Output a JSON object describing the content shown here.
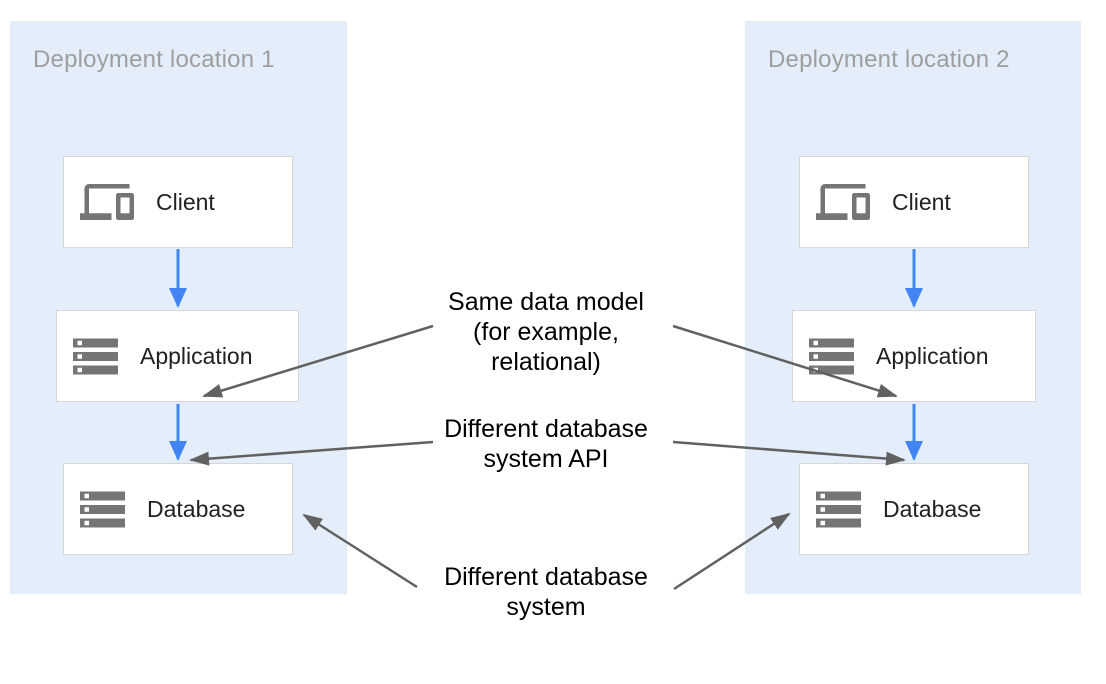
{
  "panels": [
    {
      "title": "Deployment location 1",
      "nodes": [
        {
          "label": "Client",
          "icon": "devices-icon"
        },
        {
          "label": "Application",
          "icon": "storage-icon"
        },
        {
          "label": "Database",
          "icon": "storage-icon"
        }
      ]
    },
    {
      "title": "Deployment location 2",
      "nodes": [
        {
          "label": "Client",
          "icon": "devices-icon"
        },
        {
          "label": "Application",
          "icon": "storage-icon"
        },
        {
          "label": "Database",
          "icon": "storage-icon"
        }
      ]
    }
  ],
  "annotations": [
    {
      "lines": [
        "Same data model",
        "(for example,",
        "relational)"
      ]
    },
    {
      "lines": [
        "Different database",
        "system API"
      ]
    },
    {
      "lines": [
        "Different database",
        "system"
      ]
    }
  ],
  "colors": {
    "panel_background": "#e4eefb",
    "box_border": "#d7d7d7",
    "flow_arrow_blue": "#4285f4",
    "annotation_arrow_gray": "#616161",
    "icon_gray": "#757575",
    "panel_title_gray": "#9e9e9e",
    "label_text": "#212121",
    "annotation_text": "#000000"
  }
}
